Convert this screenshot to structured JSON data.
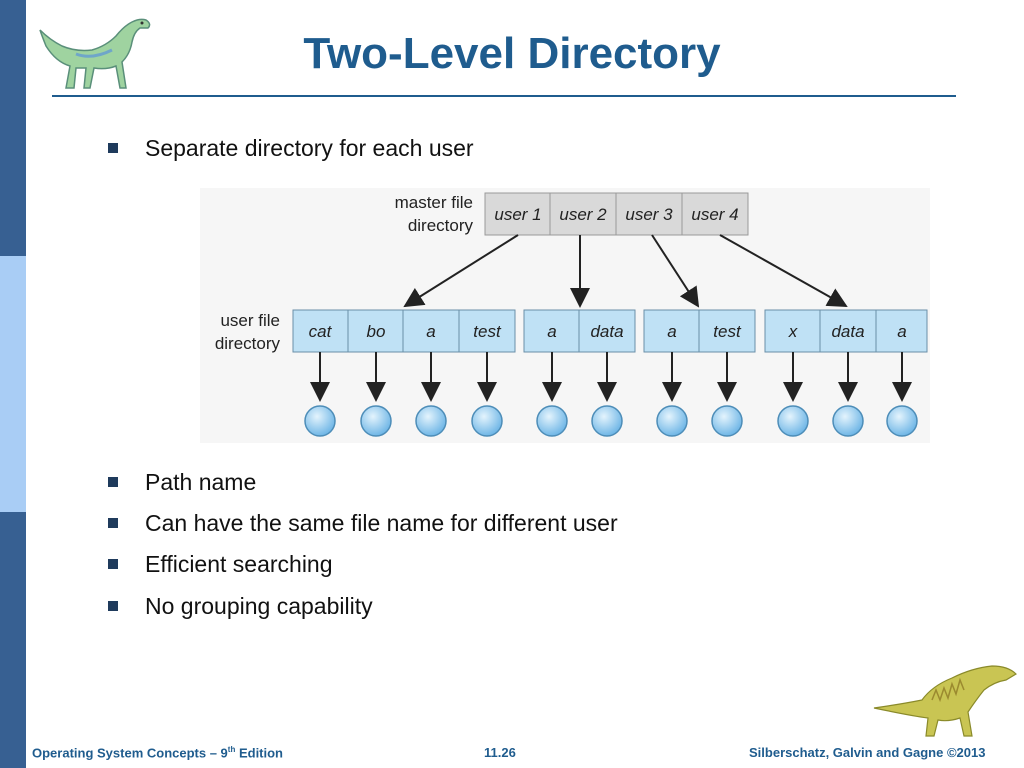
{
  "slide": {
    "title": "Two-Level Directory",
    "bullets_top": [
      "Separate directory for each user"
    ],
    "bullets_bottom": [
      "Path name",
      "Can have the same file name for different user",
      "Efficient searching",
      "No grouping capability"
    ]
  },
  "diagram": {
    "master_label_line1": "master file",
    "master_label_line2": "directory",
    "user_label_line1": "user file",
    "user_label_line2": "directory",
    "master_entries": [
      "user 1",
      "user 2",
      "user 3",
      "user 4"
    ],
    "user_dirs": [
      [
        "cat",
        "bo",
        "a",
        "test"
      ],
      [
        "a",
        "data"
      ],
      [
        "a",
        "test"
      ],
      [
        "x",
        "data",
        "a"
      ]
    ]
  },
  "footer": {
    "left_prefix": "Operating System Concepts – 9",
    "left_sup": "th",
    "left_suffix": " Edition",
    "center": "11.26",
    "right": "Silberschatz, Galvin and Gagne ©2013"
  },
  "colors": {
    "title": "#1f5c8e",
    "sidebar_dark": "#376092",
    "sidebar_light": "#a9cdf5",
    "master_cell": "#d9d9d9",
    "user_cell": "#bfe1f5",
    "file_node": "#8ccaf0"
  },
  "icons": [
    "dinosaur-logo-icon",
    "dinosaur-corner-icon"
  ]
}
